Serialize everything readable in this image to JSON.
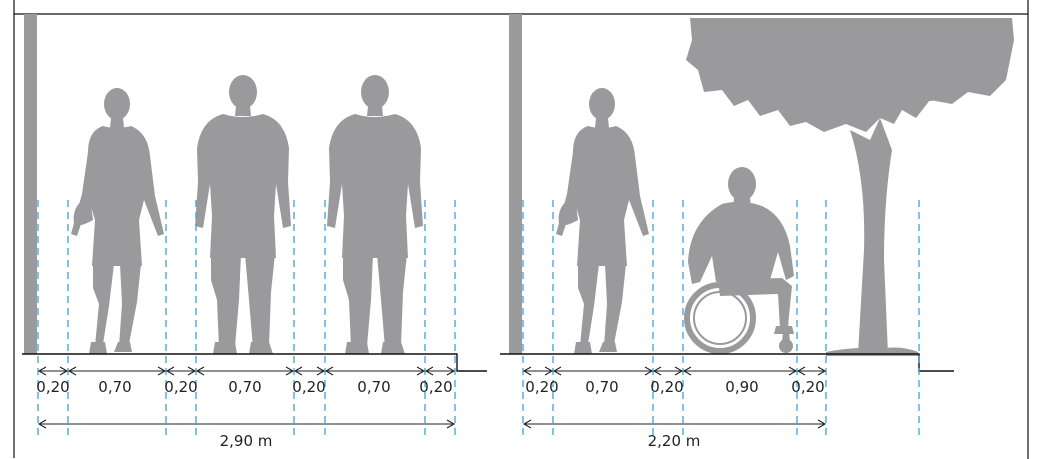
{
  "colors": {
    "silhouette": "#9a9a9d",
    "guide_lines": "#3aa5dc",
    "dimension_lines": "#222222",
    "frame": "#111111"
  },
  "left_panel": {
    "figures": [
      "walking-woman-with-bag",
      "walking-man",
      "walking-man"
    ],
    "segments": [
      "0,20",
      "0,70",
      "0,20",
      "0,70",
      "0,20",
      "0,70",
      "0,20"
    ],
    "total": "2,90 m"
  },
  "right_panel": {
    "figures": [
      "walking-woman-with-bag",
      "wheelchair-user",
      "tree"
    ],
    "segments": [
      "0,20",
      "0,70",
      "0,20",
      "0,90",
      "0,20"
    ],
    "total": "2,20 m"
  }
}
